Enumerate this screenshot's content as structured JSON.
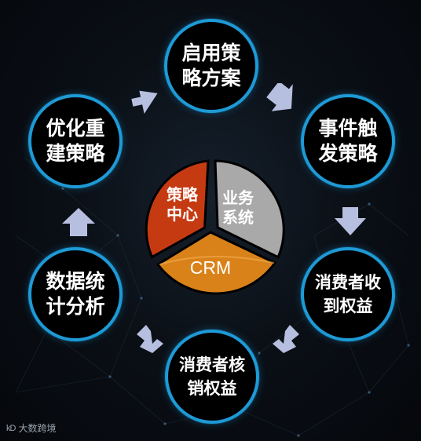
{
  "center": {
    "top_left": [
      "策略",
      "中心"
    ],
    "top_right": [
      "业务",
      "系统"
    ],
    "bottom": "CRM"
  },
  "nodes": [
    {
      "lines": [
        "启用策",
        "略方案"
      ]
    },
    {
      "lines": [
        "事件触",
        "发策略"
      ]
    },
    {
      "lines": [
        "消费者收",
        "到权益"
      ]
    },
    {
      "lines": [
        "消费者核",
        "销权益"
      ]
    },
    {
      "lines": [
        "数据统",
        "计分析"
      ]
    },
    {
      "lines": [
        "优化重",
        "建策略"
      ]
    }
  ],
  "watermark": {
    "logo": "kD",
    "text": "大数跨境"
  },
  "colors": {
    "ring": "#1e9ad6",
    "arrow": "#b7bfe0",
    "strategy": "#c63a12",
    "business": "#a9a9a9",
    "crm": "#d9821a"
  }
}
